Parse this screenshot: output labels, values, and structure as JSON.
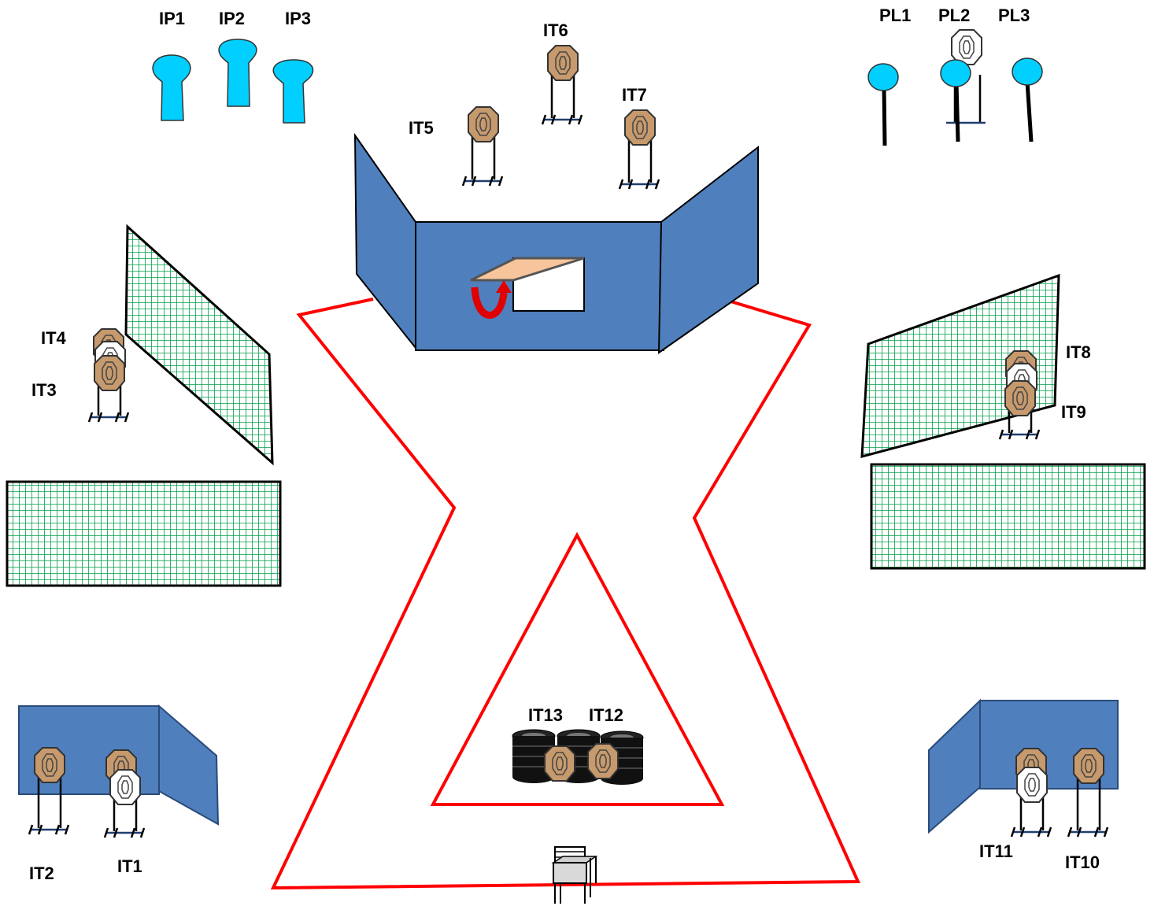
{
  "labels": {
    "ip1": "IP1",
    "ip2": "IP2",
    "ip3": "IP3",
    "pl1": "PL1",
    "pl2": "PL2",
    "pl3": "PL3",
    "it1": "IT1",
    "it2": "IT2",
    "it3": "IT3",
    "it4": "IT4",
    "it5": "IT5",
    "it6": "IT6",
    "it7": "IT7",
    "it8": "IT8",
    "it9": "IT9",
    "it10": "IT10",
    "it11": "IT11",
    "it12": "IT12",
    "it13": "IT13"
  },
  "colors": {
    "wall": "#4f7fbd",
    "fault_line": "#ff0000",
    "mesh": "#00a04a",
    "target": "#c69a6d",
    "popper": "#00cfff",
    "window_flap": "#f8c49c"
  }
}
